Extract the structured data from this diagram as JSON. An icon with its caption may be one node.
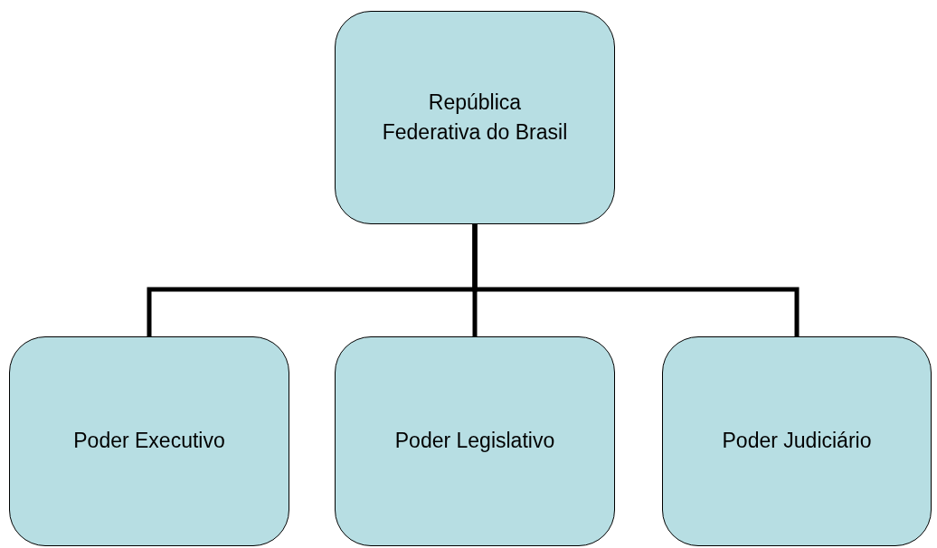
{
  "diagram": {
    "nodes": [
      {
        "text": [
          "República Federativa do Brasil"
        ]
      },
      {
        "text": [
          "Poder Executivo"
        ]
      },
      {
        "text": [
          "Poder Legislativo"
        ]
      },
      {
        "text": [
          "Poder Judiciário"
        ]
      }
    ],
    "edges": [
      {
        "from": 0,
        "to": 1,
        "arrow": "none"
      },
      {
        "from": 0,
        "to": 2,
        "arrow": "none"
      },
      {
        "from": 0,
        "to": 3,
        "arrow": "none"
      }
    ]
  }
}
